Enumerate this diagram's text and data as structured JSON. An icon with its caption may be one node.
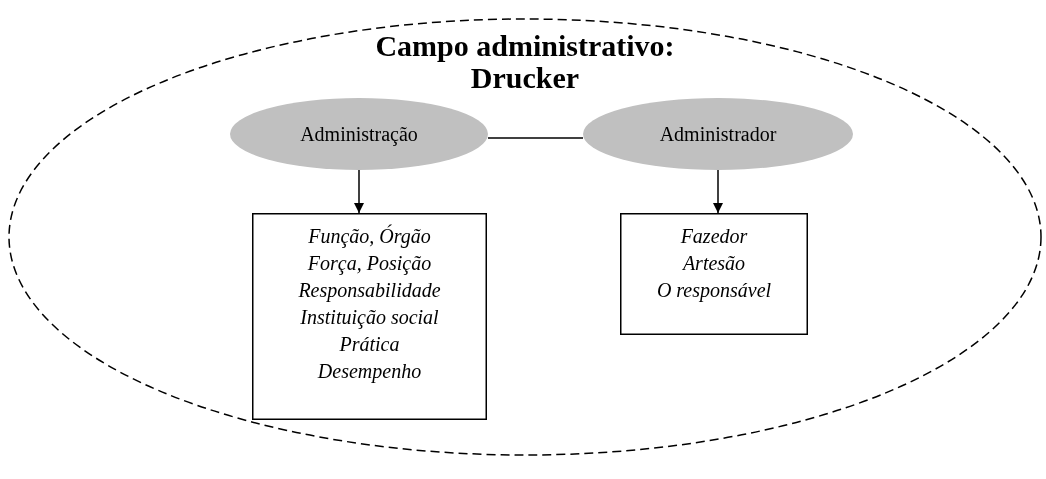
{
  "diagram": {
    "nodes": [
      {
        "text": [
          "Campo administrativo: Drucker"
        ]
      },
      {
        "text": [
          "Administração"
        ],
        "in": 0
      },
      {
        "text": [
          "Administrador"
        ],
        "in": 0
      },
      {
        "text": [
          "Função, Órgão",
          "Força, Posição",
          "Responsabilidade",
          "Instituição social",
          "Prática",
          "Desempenho"
        ],
        "in": 0
      },
      {
        "text": [
          "Fazedor",
          "Artesão",
          "O responsável"
        ],
        "in": 0
      }
    ],
    "edges": [
      {
        "from": 1,
        "to": 2,
        "arrow": "none"
      },
      {
        "from": 1,
        "to": 3,
        "arrow": "to"
      },
      {
        "from": 2,
        "to": 4,
        "arrow": "to"
      }
    ]
  }
}
